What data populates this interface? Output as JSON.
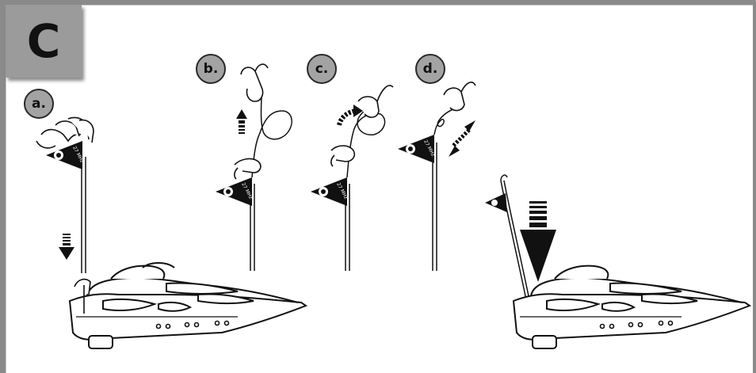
{
  "section": {
    "letter": "C"
  },
  "steps": [
    {
      "id": "a",
      "label": "a."
    },
    {
      "id": "b",
      "label": "b."
    },
    {
      "id": "c",
      "label": "c."
    },
    {
      "id": "d",
      "label": "d."
    }
  ],
  "flag": {
    "text": "27 MHz"
  },
  "colors": {
    "frame": "#8a8a8a",
    "tab": "#9b9b9b",
    "badge": "#a3a3a3",
    "ink": "#111111",
    "flag": "#111111"
  }
}
